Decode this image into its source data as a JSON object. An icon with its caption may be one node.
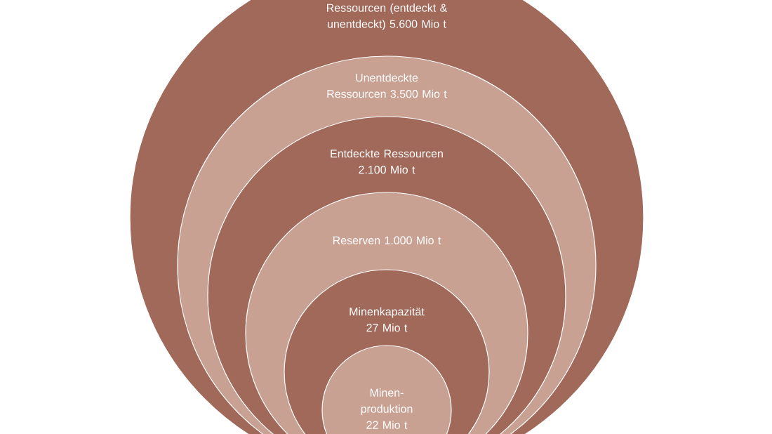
{
  "diagram": {
    "nodes": [
      {
        "text": [
          "Ressourcen (entdeckt & unentdeckt) 5.600 Mio t"
        ]
      },
      {
        "text": [
          "Unentdeckte Ressourcen 3.500 Mio t"
        ],
        "in": 0
      },
      {
        "text": [
          "Entdeckte Ressourcen 2.100 Mio t"
        ],
        "in": 1
      },
      {
        "text": [
          "Reserven 1.000 Mio t"
        ],
        "in": 2
      },
      {
        "text": [
          "Minenkapazität 27 Mio t"
        ],
        "in": 3
      },
      {
        "text": [
          "Minen-produktion 22 Mio t"
        ],
        "in": 4
      }
    ]
  }
}
